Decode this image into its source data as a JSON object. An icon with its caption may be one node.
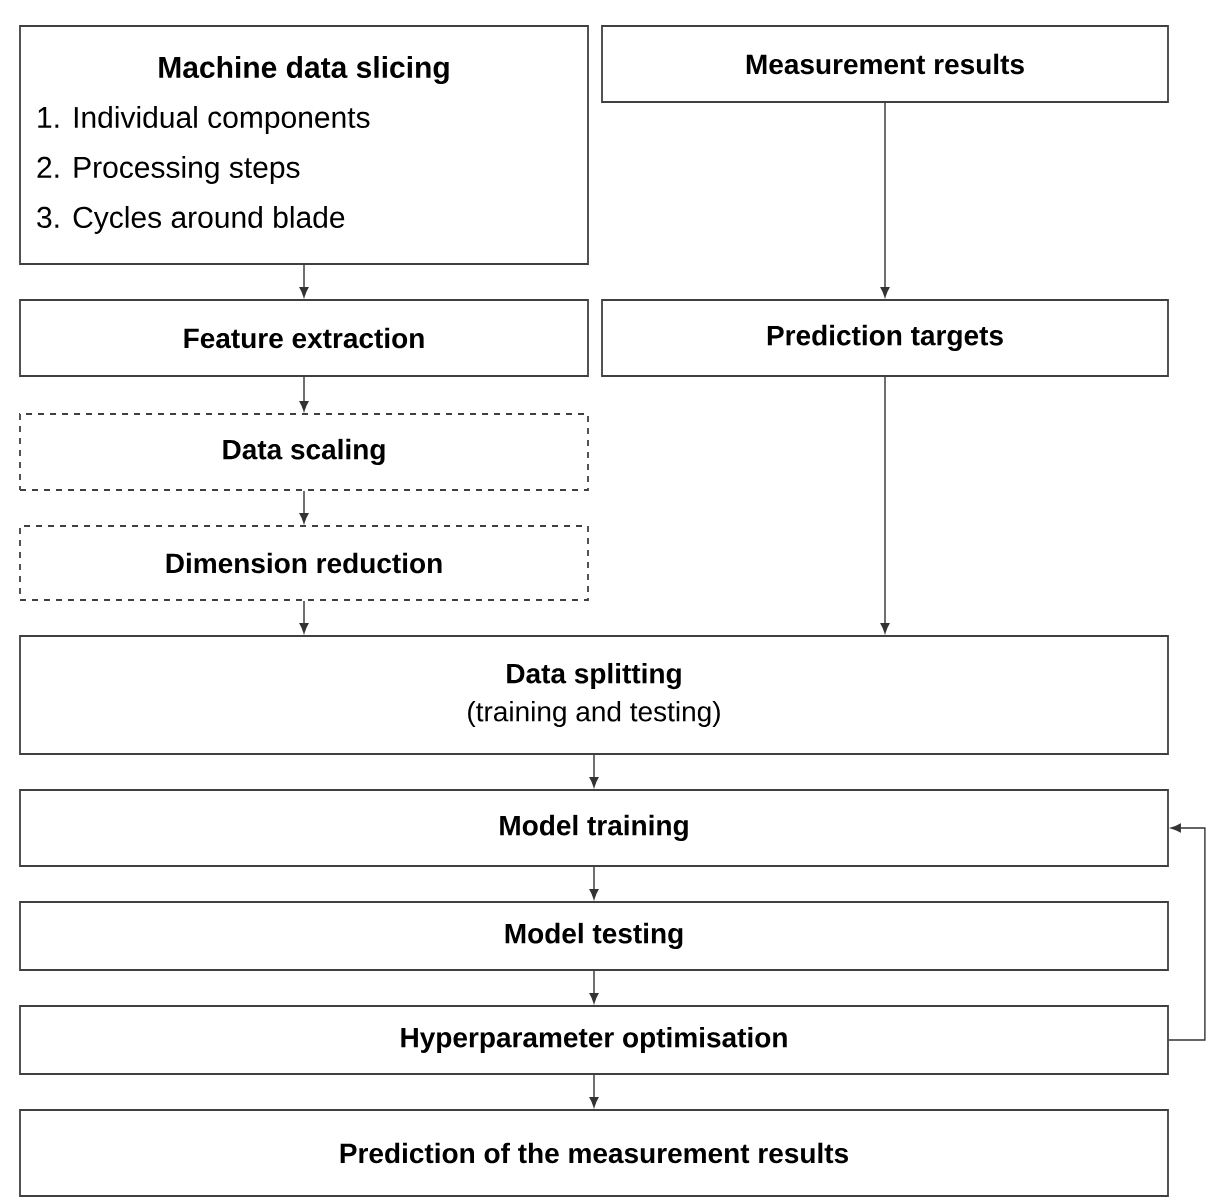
{
  "diagram": {
    "nodes": [
      {
        "text": [
          "Machine data slicing",
          "1. Individual components",
          "2. Processing steps",
          "3. Cycles around blade"
        ]
      },
      {
        "text": [
          "Measurement results"
        ]
      },
      {
        "text": [
          "Feature extraction"
        ]
      },
      {
        "text": [
          "Prediction targets"
        ]
      },
      {
        "text": [
          "Data scaling"
        ]
      },
      {
        "text": [
          "Dimension reduction"
        ]
      },
      {
        "text": [
          "Data splitting",
          "(training and testing)"
        ]
      },
      {
        "text": [
          "Model training"
        ]
      },
      {
        "text": [
          "Model testing"
        ]
      },
      {
        "text": [
          "Hyperparameter optimisation"
        ]
      },
      {
        "text": [
          "Prediction of the measurement results"
        ]
      }
    ],
    "edges": [
      {
        "from": 0,
        "to": 2,
        "arrow": "to"
      },
      {
        "from": 1,
        "to": 3,
        "arrow": "to"
      },
      {
        "from": 2,
        "to": 4,
        "arrow": "to"
      },
      {
        "from": 4,
        "to": 5,
        "arrow": "to"
      },
      {
        "from": 5,
        "to": 6,
        "arrow": "to"
      },
      {
        "from": 3,
        "to": 6,
        "arrow": "to"
      },
      {
        "from": 6,
        "to": 7,
        "arrow": "to"
      },
      {
        "from": 7,
        "to": 8,
        "arrow": "to"
      },
      {
        "from": 8,
        "to": 9,
        "arrow": "to"
      },
      {
        "from": 9,
        "to": 10,
        "arrow": "to"
      },
      {
        "from": 9,
        "to": 7,
        "arrow": "to"
      }
    ]
  }
}
